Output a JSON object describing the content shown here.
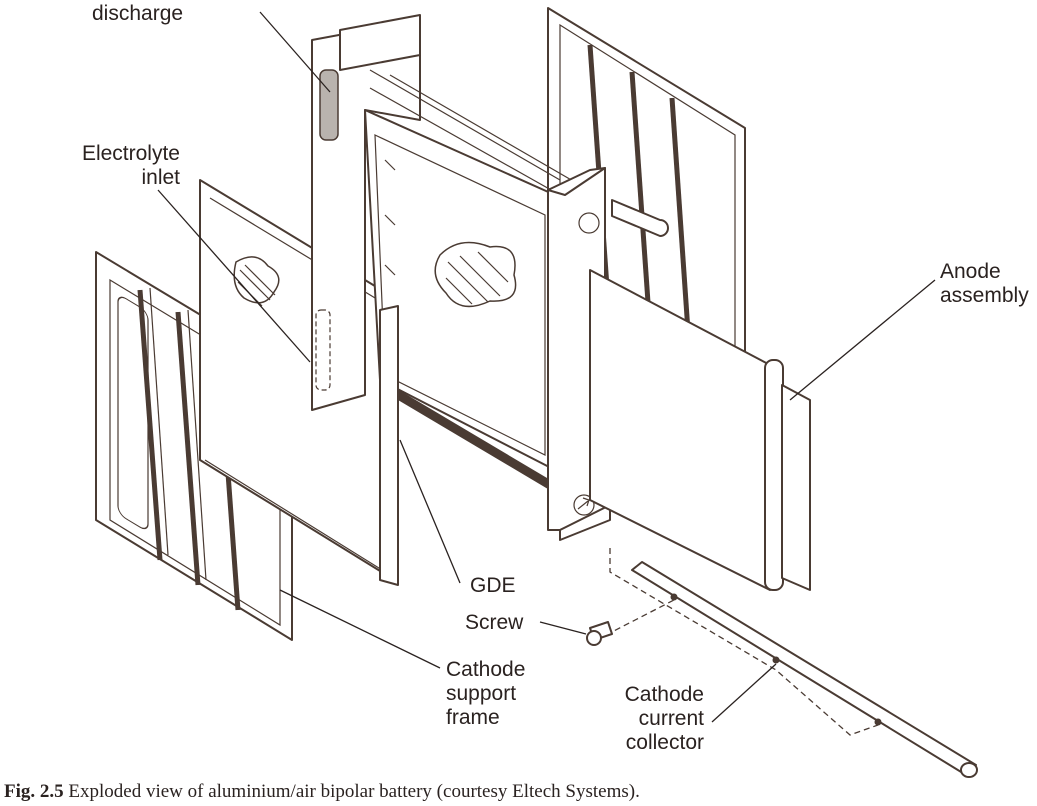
{
  "labels": {
    "discharge": "discharge",
    "electrolyte_inlet": [
      "Electrolyte",
      "inlet"
    ],
    "anode_assembly": [
      "Anode",
      "assembly"
    ],
    "gde": "GDE",
    "screw": "Screw",
    "cathode_support_frame": [
      "Cathode",
      "support",
      "frame"
    ],
    "cathode_current_collector": [
      "Cathode",
      "current",
      "collector"
    ]
  },
  "caption": {
    "number": "Fig. 2.5",
    "text": "Exploded view of aluminium/air bipolar battery (courtesy Eltech Systems)."
  },
  "colors": {
    "line": "#4a3b33",
    "text": "#2a2220"
  }
}
